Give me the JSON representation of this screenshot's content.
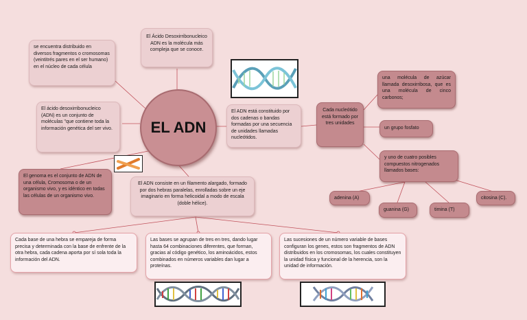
{
  "title": "EL ADN",
  "nodes": {
    "definition_top": "El Ácido Desoxirribonucleico ADN es la molécula más compleja que se conoce.",
    "distribution": "se encuentra distribuido en diversos fragmentos o cromosomas (veintitrés pares en el ser humano) en el núcleo de cada célula",
    "genetic_info": "El ácido desoxirribonucleico (ADN) es un conjunto de moléculas \"que contiene toda la información genética del ser vivo.",
    "genome": "El genoma es el conjunto de ADN de una célula, Cromosoma o de un organismo vivo, y es idéntico en todas las células de un organismo vivo.",
    "structure_filament": "El ADN consiste en un filamento alargado, formado por dos hebras paralelas, enrolladas sobre un eje imaginario en forma helicoidal a modo de escala (doble hélice).",
    "constitution": "El ADN está constituido por dos cadenas o bandas formadas por una secuencia de unidades llamadas nucleótidos.",
    "nucleotide": "Cada nucleótido está formado por tres unidades",
    "sugar": "una molécula de azúcar llamada desoxirribosa, que es una molécula de cinco carbonos;",
    "phosphate": "un grupo fosfato",
    "bases": "y uno de cuatro posibles compuestos nitrogenados llamados bases:",
    "base_adenine": "adenina (A)",
    "base_guanine": "guanina (G)",
    "base_thymine": "timina (T)",
    "base_cytosine": "citosina (C).",
    "pairing": "Cada base de una hebra se empareja de forma precisa y determinada con la base de enfrente de la otra hebra, cada cadena aporta por sí sola toda la información del ADN.",
    "codons": "Las bases se agrupan de tres en tres, dando lugar hasta 64 combinaciones diferentes, que forman, gracias al código genético, los aminoácidos, estos combinados en números variables dan lugar a proteínas.",
    "genes": "Las sucesiones de un número variable de bases configuran los genes, estos son fragmentos de ADN distribuidos en los cromosomas, los cuales constituyen la unidad física y funcional de la herencia, son la unidad de información."
  },
  "colors": {
    "background": "#f5dede",
    "node_dark": "#c48a8e",
    "node_light": "#ecd0d2",
    "connector": "#c0505a"
  }
}
